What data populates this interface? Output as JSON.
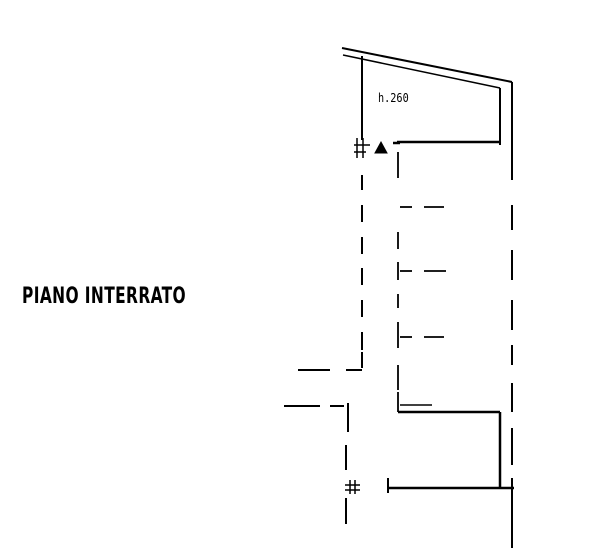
{
  "labels": {
    "floor_name": "PIANO  INTERRATO",
    "room_height": "h.260"
  },
  "colors": {
    "ink": "#000000",
    "paper": "#ffffff"
  },
  "symbols": [
    {
      "name": "level-marker-triangle",
      "meaning": "elevation marker"
    },
    {
      "name": "wall-break-mark",
      "meaning": "section break"
    }
  ]
}
